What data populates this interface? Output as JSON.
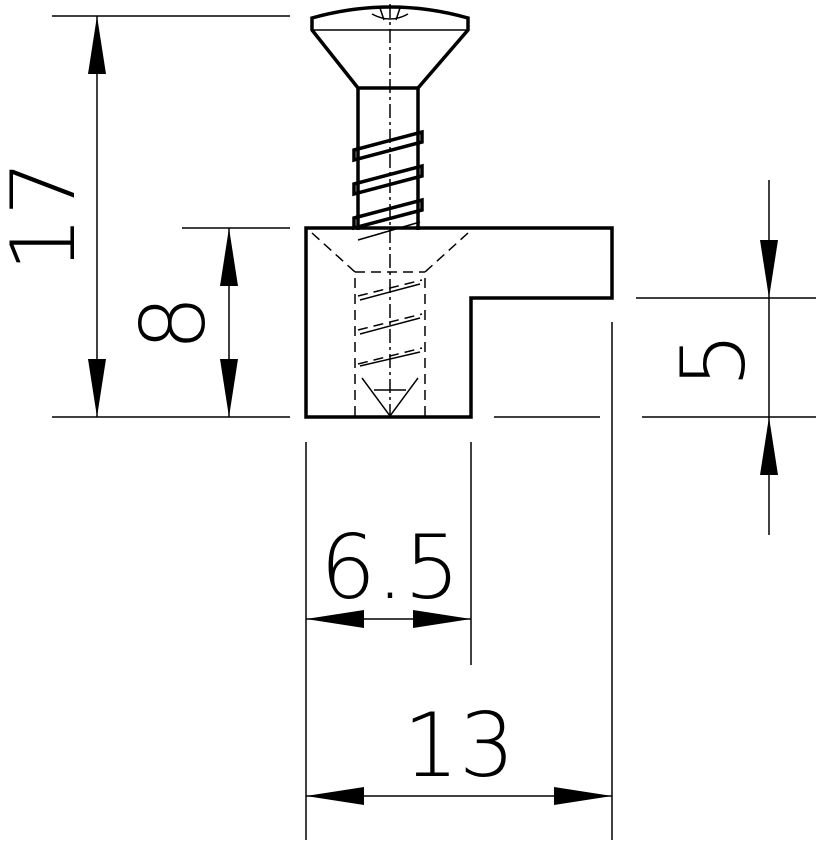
{
  "dimensions": {
    "overall_height": "17",
    "body_height": "8",
    "slot_height": "5",
    "screw_offset": "6.5",
    "overall_width": "13"
  }
}
